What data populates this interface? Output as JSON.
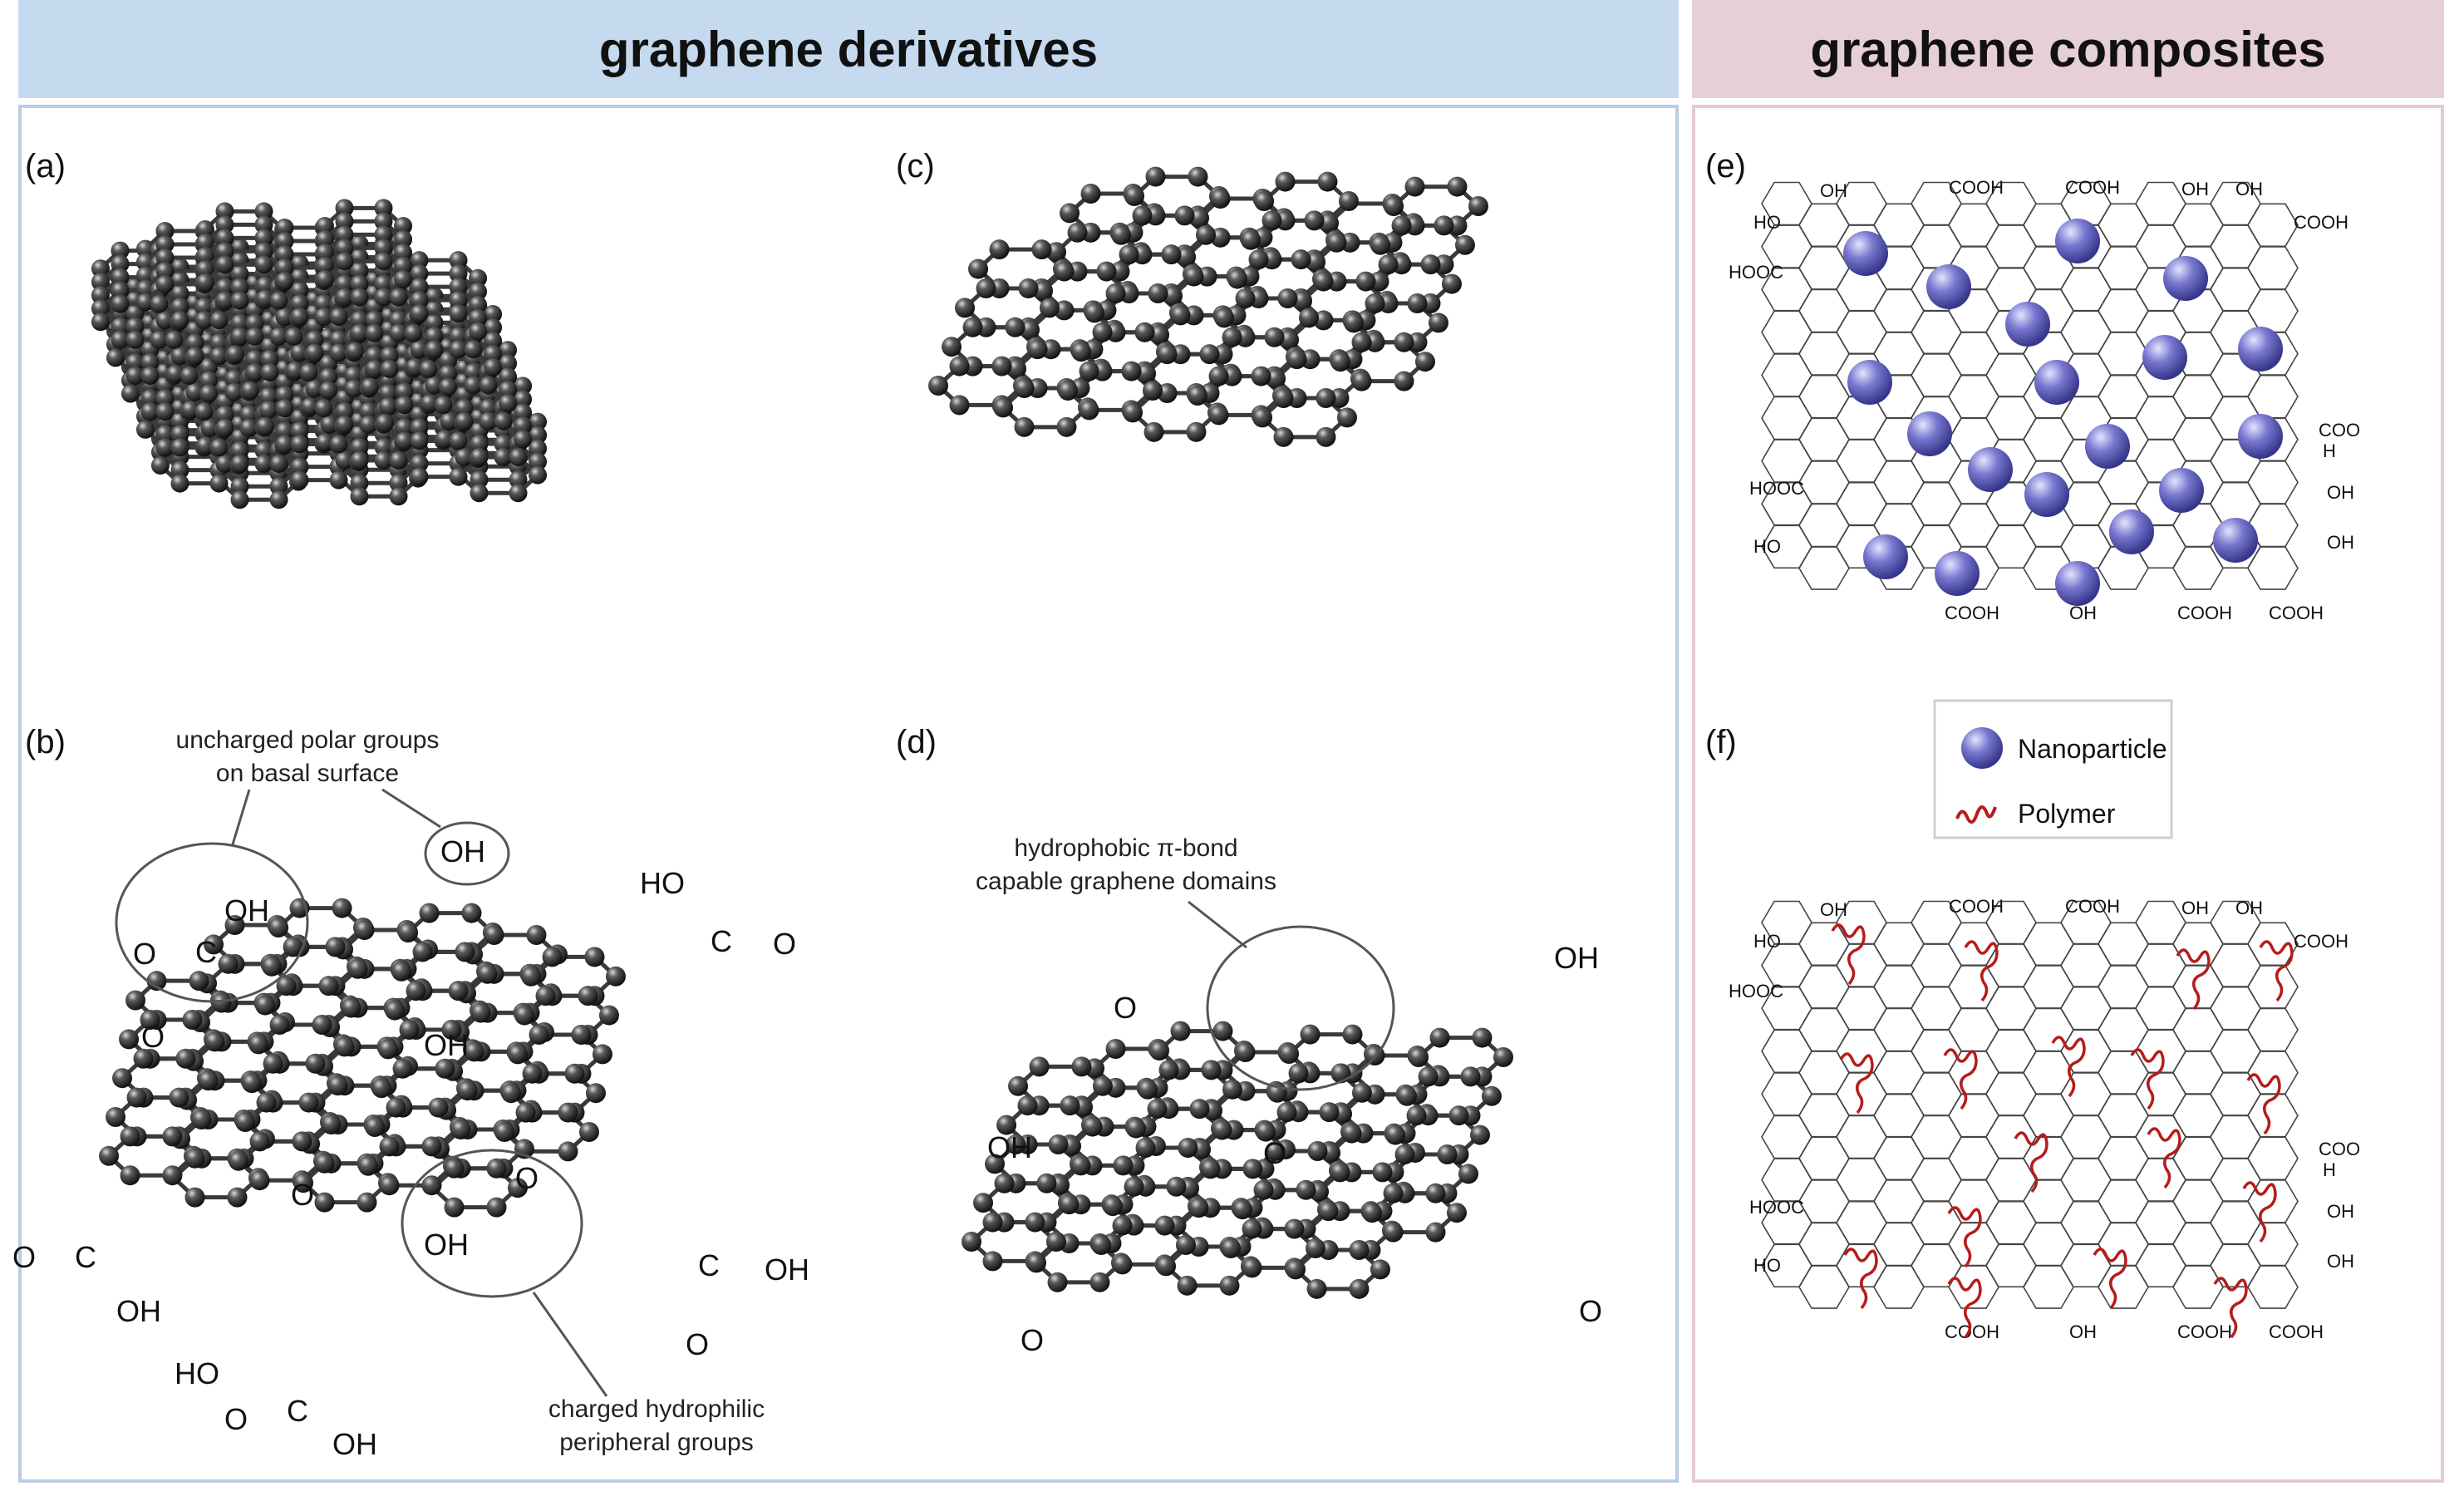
{
  "headers": {
    "derivatives": "graphene derivatives",
    "composites": "graphene composites"
  },
  "panels": {
    "a": "(a)",
    "b": "(b)",
    "c": "(c)",
    "d": "(d)",
    "e": "(e)",
    "f": "(f)"
  },
  "annotations": {
    "uncharged_line1": "uncharged polar groups",
    "uncharged_line2": "on basal surface",
    "charged_line1": "charged hydrophilic",
    "charged_line2": "peripheral groups",
    "hydrophobic_line1": "hydrophobic π-bond",
    "hydrophobic_line2": "capable graphene domains"
  },
  "legend": {
    "nanoparticle": "Nanoparticle",
    "polymer": "Polymer"
  },
  "chem": {
    "OH": "OH",
    "HO": "HO",
    "O": "O",
    "C": "C",
    "COOH": "COOH",
    "HOOC": "HOOC",
    "H": "H",
    "COO": "COO"
  },
  "colors": {
    "header_left": "#c5d9ef",
    "header_right": "#e6cfd9",
    "nanoparticle": "#6f6fc4",
    "polymer": "#b51c1c",
    "atom": "#2a2a2a"
  }
}
